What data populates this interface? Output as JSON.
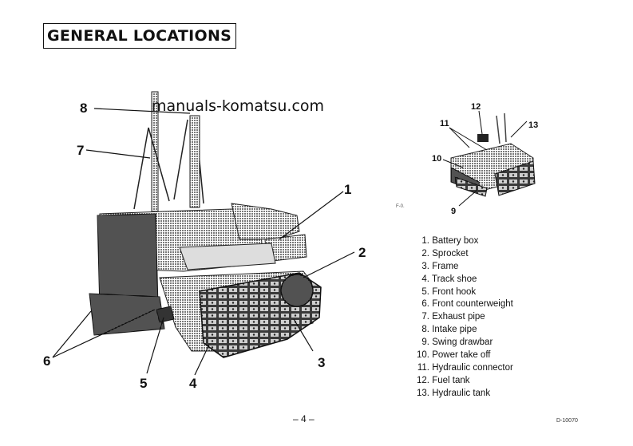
{
  "title": "GENERAL LOCATIONS",
  "watermark": "manuals-komatsu.com",
  "main_callouts": [
    "8",
    "7",
    "1",
    "2",
    "3",
    "4",
    "5",
    "6"
  ],
  "inset_callouts": [
    "12",
    "11",
    "13",
    "10",
    "9"
  ],
  "legend": [
    {
      "num": "1.",
      "label": "Battery box"
    },
    {
      "num": "2.",
      "label": "Sprocket"
    },
    {
      "num": "3.",
      "label": "Frame"
    },
    {
      "num": "4.",
      "label": "Track shoe"
    },
    {
      "num": "5.",
      "label": "Front hook"
    },
    {
      "num": "6.",
      "label": "Front counterweight"
    },
    {
      "num": "7.",
      "label": "Exhaust pipe"
    },
    {
      "num": "8.",
      "label": "Intake pipe"
    },
    {
      "num": "9.",
      "label": "Swing drawbar"
    },
    {
      "num": "10.",
      "label": "Power take off"
    },
    {
      "num": "11.",
      "label": "Hydraulic connector"
    },
    {
      "num": "12.",
      "label": "Fuel tank"
    },
    {
      "num": "13.",
      "label": "Hydraulic tank"
    }
  ],
  "page_number": "– 4 –",
  "figure_code": "D-10070",
  "inset_figure_code": "F-0."
}
